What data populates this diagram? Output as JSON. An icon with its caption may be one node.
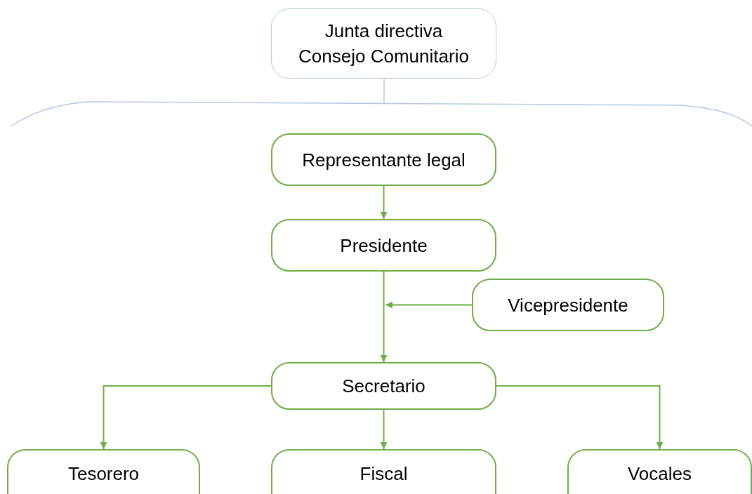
{
  "diagram": {
    "nodes": [
      {
        "text": [
          "Junta directiva Consejo Comunitario"
        ]
      },
      {
        "text": [
          "Representante legal"
        ]
      },
      {
        "text": [
          "Presidente"
        ]
      },
      {
        "text": [
          "Vicepresidente"
        ]
      },
      {
        "text": [
          "Secretario"
        ]
      },
      {
        "text": [
          "Tesorero"
        ]
      },
      {
        "text": [
          "Fiscal"
        ]
      },
      {
        "text": [
          "Vocales"
        ]
      }
    ],
    "edges": [
      {
        "from": 1,
        "to": 2,
        "arrow": "to"
      },
      {
        "from": 2,
        "to": 4,
        "arrow": "to"
      },
      {
        "from": 3,
        "to": null,
        "arrow": "to"
      },
      {
        "from": 4,
        "to": 5,
        "arrow": "to"
      },
      {
        "from": 4,
        "to": 6,
        "arrow": "to"
      },
      {
        "from": 4,
        "to": 7,
        "arrow": "to"
      }
    ]
  }
}
